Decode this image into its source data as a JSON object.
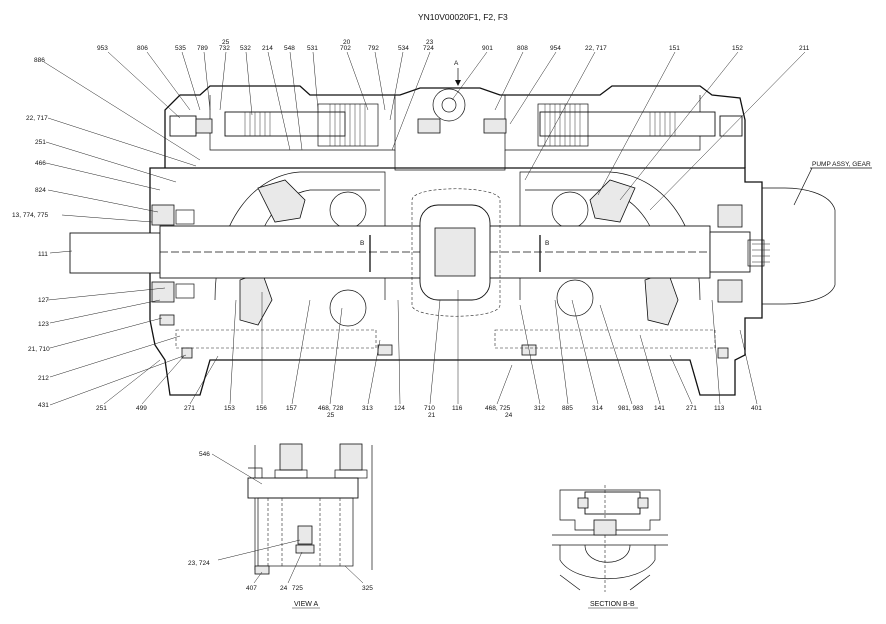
{
  "drawing": {
    "title": "YN10V00020F1, F2, F3",
    "view_a_arrow_label": "A",
    "pump_assy_note": "PUMP ASSY, GEAR",
    "view_a_caption": "VIEW  A",
    "section_caption": "SECTION  B-B",
    "section_marker": "B"
  },
  "labels": {
    "top": [
      {
        "id": "t953",
        "text": "953"
      },
      {
        "id": "t806",
        "text": "806"
      },
      {
        "id": "t535",
        "text": "535"
      },
      {
        "id": "t789",
        "text": "789"
      },
      {
        "id": "t25",
        "text": "25"
      },
      {
        "id": "t732",
        "text": "732"
      },
      {
        "id": "t532",
        "text": "532"
      },
      {
        "id": "t214",
        "text": "214"
      },
      {
        "id": "t548",
        "text": "548"
      },
      {
        "id": "t531",
        "text": "531"
      },
      {
        "id": "t20",
        "text": "20"
      },
      {
        "id": "t702",
        "text": "702"
      },
      {
        "id": "t792",
        "text": "792"
      },
      {
        "id": "t534",
        "text": "534"
      },
      {
        "id": "t23",
        "text": "23"
      },
      {
        "id": "t724",
        "text": "724"
      },
      {
        "id": "t901",
        "text": "901"
      },
      {
        "id": "t808",
        "text": "808"
      },
      {
        "id": "t954",
        "text": "954"
      },
      {
        "id": "t22717b",
        "text": "22, 717"
      },
      {
        "id": "t151",
        "text": "151"
      },
      {
        "id": "t152",
        "text": "152"
      },
      {
        "id": "t211",
        "text": "211"
      }
    ],
    "left": [
      {
        "id": "l886",
        "text": "886"
      },
      {
        "id": "l22717",
        "text": "22, 717"
      },
      {
        "id": "l251",
        "text": "251"
      },
      {
        "id": "l466",
        "text": "466"
      },
      {
        "id": "l824",
        "text": "824"
      },
      {
        "id": "l13774775",
        "text": "13, 774, 775"
      },
      {
        "id": "l111",
        "text": "111"
      },
      {
        "id": "l127",
        "text": "127"
      },
      {
        "id": "l123",
        "text": "123"
      },
      {
        "id": "l21710",
        "text": "21, 710"
      },
      {
        "id": "l212",
        "text": "212"
      },
      {
        "id": "l431",
        "text": "431"
      }
    ],
    "bottom": [
      {
        "id": "b251",
        "text": "251"
      },
      {
        "id": "b499",
        "text": "499"
      },
      {
        "id": "b271",
        "text": "271"
      },
      {
        "id": "b153",
        "text": "153"
      },
      {
        "id": "b156",
        "text": "156"
      },
      {
        "id": "b157",
        "text": "157"
      },
      {
        "id": "b468728",
        "text": "468, 728"
      },
      {
        "id": "b25",
        "text": "25"
      },
      {
        "id": "b313",
        "text": "313"
      },
      {
        "id": "b124",
        "text": "124"
      },
      {
        "id": "b710",
        "text": "710"
      },
      {
        "id": "b21",
        "text": "21"
      },
      {
        "id": "b116",
        "text": "116"
      },
      {
        "id": "b468725",
        "text": "468, 725"
      },
      {
        "id": "b24",
        "text": "24"
      },
      {
        "id": "b312",
        "text": "312"
      },
      {
        "id": "b885",
        "text": "885"
      },
      {
        "id": "b314",
        "text": "314"
      },
      {
        "id": "b981983",
        "text": "981, 983"
      },
      {
        "id": "b141",
        "text": "141"
      },
      {
        "id": "b271r",
        "text": "271"
      },
      {
        "id": "b113",
        "text": "113"
      },
      {
        "id": "b401",
        "text": "401"
      }
    ],
    "view_a": [
      {
        "id": "v546",
        "text": "546"
      },
      {
        "id": "v23724",
        "text": "23, 724"
      },
      {
        "id": "v407",
        "text": "407"
      },
      {
        "id": "v24",
        "text": "24"
      },
      {
        "id": "v725",
        "text": "725"
      },
      {
        "id": "v325",
        "text": "325"
      }
    ]
  }
}
